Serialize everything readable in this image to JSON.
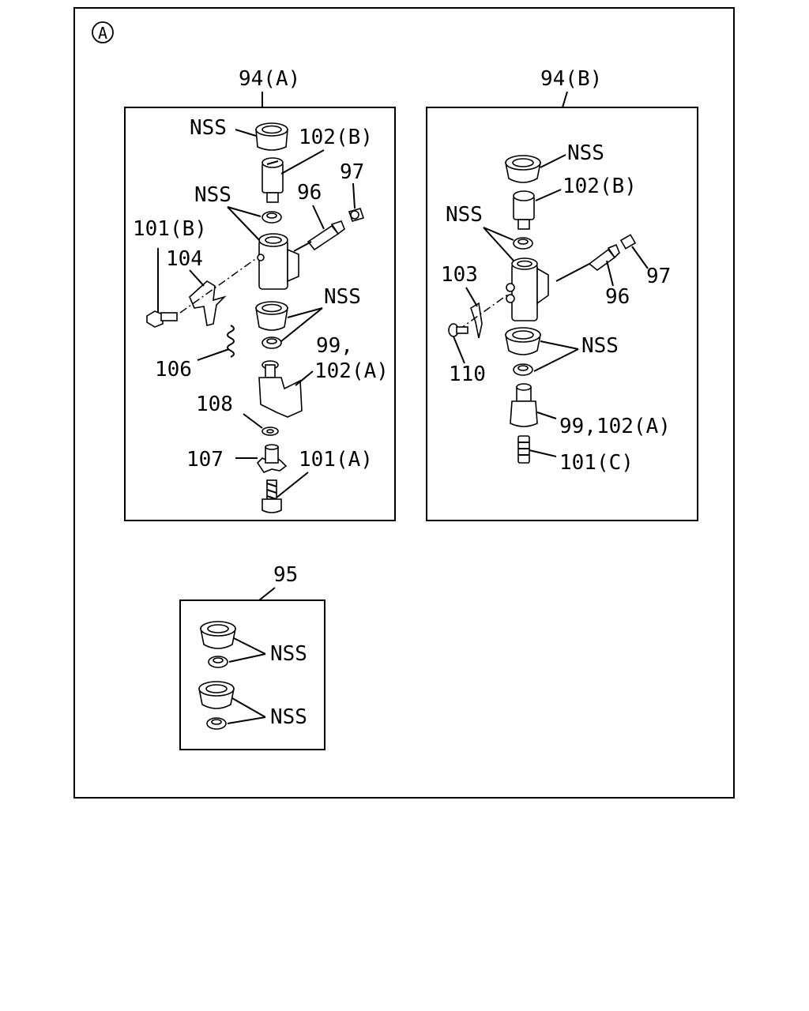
{
  "diagram": {
    "view_marker": "A",
    "groups": [
      {
        "id": "94A",
        "title": "94(A)",
        "labels": {
          "nss_top": "NSS",
          "p102b": "102(B)",
          "p97": "97",
          "nss_mid": "NSS",
          "p96": "96",
          "p101b": "101(B)",
          "p104": "104",
          "nss_lower": "NSS",
          "p106": "106",
          "p99": "99,",
          "p102a": "102(A)",
          "p108": "108",
          "p107": "107",
          "p101a": "101(A)"
        }
      },
      {
        "id": "94B",
        "title": "94(B)",
        "labels": {
          "nss_top": "NSS",
          "p102b": "102(B)",
          "nss_mid": "NSS",
          "p103": "103",
          "p97": "97",
          "p96": "96",
          "nss_lower": "NSS",
          "p110": "110",
          "p99_102a": "99,102(A)",
          "p101c": "101(C)"
        }
      },
      {
        "id": "95",
        "title": "95",
        "labels": {
          "nss_1": "NSS",
          "nss_2": "NSS"
        }
      }
    ]
  }
}
